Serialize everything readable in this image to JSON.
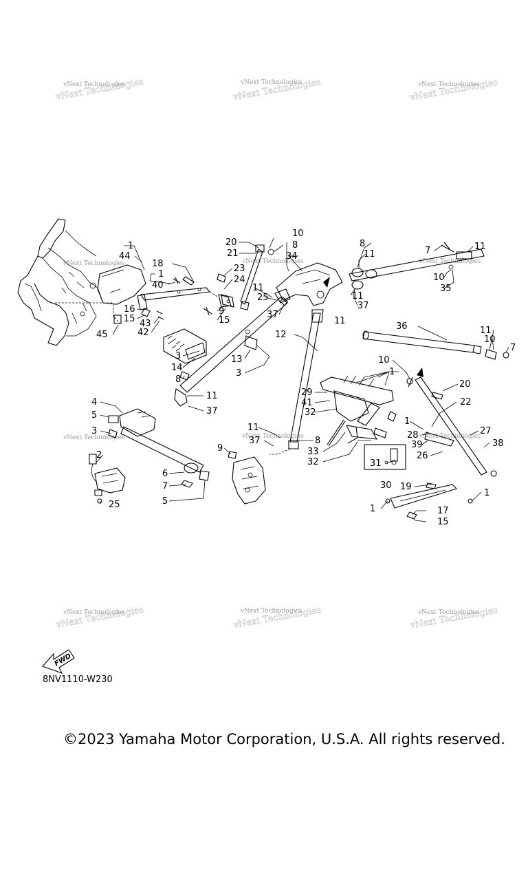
{
  "watermark_text": "vNext Technologies",
  "fwd_label": "FWD",
  "figure_code": "8NV1110-W230",
  "copyright": "©2023 Yamaha Motor Corporation, U.S.A. All rights reserved.",
  "callouts": {
    "c1a": "1",
    "c44": "44",
    "c18": "18",
    "c1b": "1",
    "c40": "40",
    "c16": "16",
    "c15a": "15",
    "c43": "43",
    "c42": "42",
    "c45": "45",
    "c20a": "20",
    "c21": "21",
    "c10a": "10",
    "c8a": "8",
    "c34": "34",
    "c23": "23",
    "c24": "24",
    "c9a": "9",
    "c15b": "15",
    "c11a": "11",
    "c25a": "25",
    "c37a": "37",
    "c8b": "8",
    "c11b": "11",
    "c11c": "11",
    "c11d": "11",
    "c37b": "37",
    "c7a": "7",
    "c11e": "11",
    "c10b": "10",
    "c35": "35",
    "c36": "36",
    "c11f": "11",
    "c10c": "10",
    "c7b": "7",
    "c12": "12",
    "c3a": "3",
    "c14": "14",
    "c8c": "8",
    "c13": "13",
    "c3b": "3",
    "c11g": "11",
    "c37c": "37",
    "c10d": "10",
    "c1c": "1",
    "c20b": "20",
    "c29": "29",
    "c41": "41",
    "c32a": "32",
    "c22": "22",
    "c4": "4",
    "c5a": "5",
    "c3c": "3",
    "c2": "2",
    "c9b": "9",
    "c6": "6",
    "c7c": "7",
    "c5b": "5",
    "c25b": "25",
    "c11h": "11",
    "c37d": "37",
    "c8d": "8",
    "c33": "33",
    "c32b": "32",
    "c31": "31",
    "c30": "30",
    "c1d": "1",
    "c28": "28",
    "c27": "27",
    "c39": "39",
    "c38": "38",
    "c26": "26",
    "c19": "19",
    "c1e": "1",
    "c1f": "1",
    "c17": "17",
    "c15c": "15"
  }
}
